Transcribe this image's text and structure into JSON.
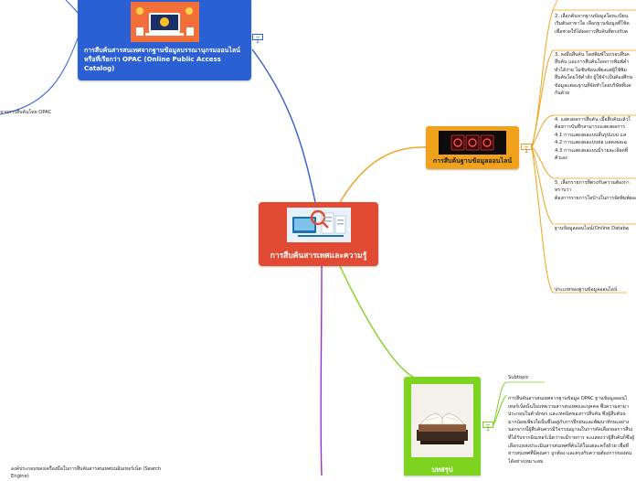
{
  "central": {
    "label": "การสืบค้นสารเทศและความรู้",
    "icon": "search-documents-icon",
    "color": "#e14a33"
  },
  "opac_node": {
    "label_line1": "การสืบค้นสารสนเทศจากฐานข้อมูลบรรณานุกรมออนไลน์",
    "label_line2": "หรือที่เรียกว่า OPAC (Online Public Access",
    "label_line3": "Catalog)",
    "collapse": "− 1",
    "icon": "online-library-icon",
    "color": "#2b5fd4"
  },
  "online_node": {
    "label": "การสืบค้นฐานข้อมูลออนไลน์",
    "collapse": "− 1",
    "icon": "database-display-icon",
    "color": "#f1a21c"
  },
  "summary_node": {
    "label": "บทสรุป",
    "collapse": "− 1",
    "icon": "open-book-icon",
    "color": "#7ed321"
  },
  "left_topics": {
    "opac_child": "จากการสืบค้นโดย OPAC",
    "bottom_line1": "องค์ประกอบของเครื่องมือในการสืบค้นสารสนเทศบนอินเทอร์เน็ต (Search",
    "bottom_line2": "Engine)"
  },
  "right_topics": {
    "t1": [
      "2. เลือกค้นจากฐานข้อมูลใดทะเบียน",
      "เริ่มต้นสาขาใด เลือกฐานข้อมูลที่ใช้ค",
      "เพื่อช่วยให้ได้ผลการสืบค้นที่ตรงกับค"
    ],
    "t2": [
      "3. ลงมือสืบค้น โดยพิมพ์ในกรอบสืบค",
      "สืบค้น และการสืบค้นโดยการพิมพ์คำ",
      "ทำได้ง่าย ไม่ซับซ้อนเพียงแต่ผู้ใช้พิม",
      "สืบค้นโดยใช้คำสั่ง ผู้ใช้จำเป็นต้องศึกษ",
      "ข้อมูลแต่ละฐานที่จัดทำโดยบริษัทที่แต",
      "กันด้วย"
    ],
    "t3": [
      "4. แสดงผลการสืบค้น เมื่อสืบค้นแล้วไ",
      "ต้องการบันทึกสามารถแสดงผลการ",
      "4.1 การแสดงผลแบบสั้นรูปแบบ แส",
      "4.2 การแสดงผลแบบย่อ แสดงผลเฉ",
      "4.3 การแสดงผลแบบมีรายละเอียดที่",
      "ตัวเอง"
    ],
    "t4": [
      "5. เลือกรายการที่ตรงกับความต้องกา",
      "ทราบว่า",
      "ต้องการรายการใดบ้างในการจัดพิมพ์ผลลั"
    ],
    "t5": [
      "ฐานข้อมูลออนไลน์(Online Databa"
    ],
    "t6": [
      "ประเภทของฐานข้อมูลออนไลน์"
    ]
  },
  "summary_topics": {
    "subtopic": "Subtopic",
    "conclusion": [
      "การสืบค้นสารสนเทศจากฐานข้อมูล OPAC ฐานข้อมูลออนไ",
      "เทอร์เน็ตนั้นในบทความสารสนเทศและบุคคล ซึ่งความสามา",
      "ประกอบในตัวอักษร และเทคนิคของการสืบค้น ซึ่งผู้สืบค้นจ",
      "มากน้อยเพียงใดนั้นขึ้นอยู่กับการฝึกฝนและพัฒนาทักษะอย่าง",
      "นอกจากนี้ผู้สืบค้นควรมีวิจารณญาณในการคัดเลือกผลการสืบเ",
      "ที่ได้รับจากอินเทอร์เน็ตว่าจะมีรายการ จะแสดงว่าผู้สืบค้นก็ซึ่งผู้",
      "เลือกแหล่งประเมินสารสนเทศที่ค้นได้ในแต่ละครั้งด้วย เพื่อที่",
      "สารสนเทศที่มีคุณค่า ถูกต้อง และตรงกับความต้องการของตน",
      "ได้อย่างเหมาะสม"
    ]
  }
}
